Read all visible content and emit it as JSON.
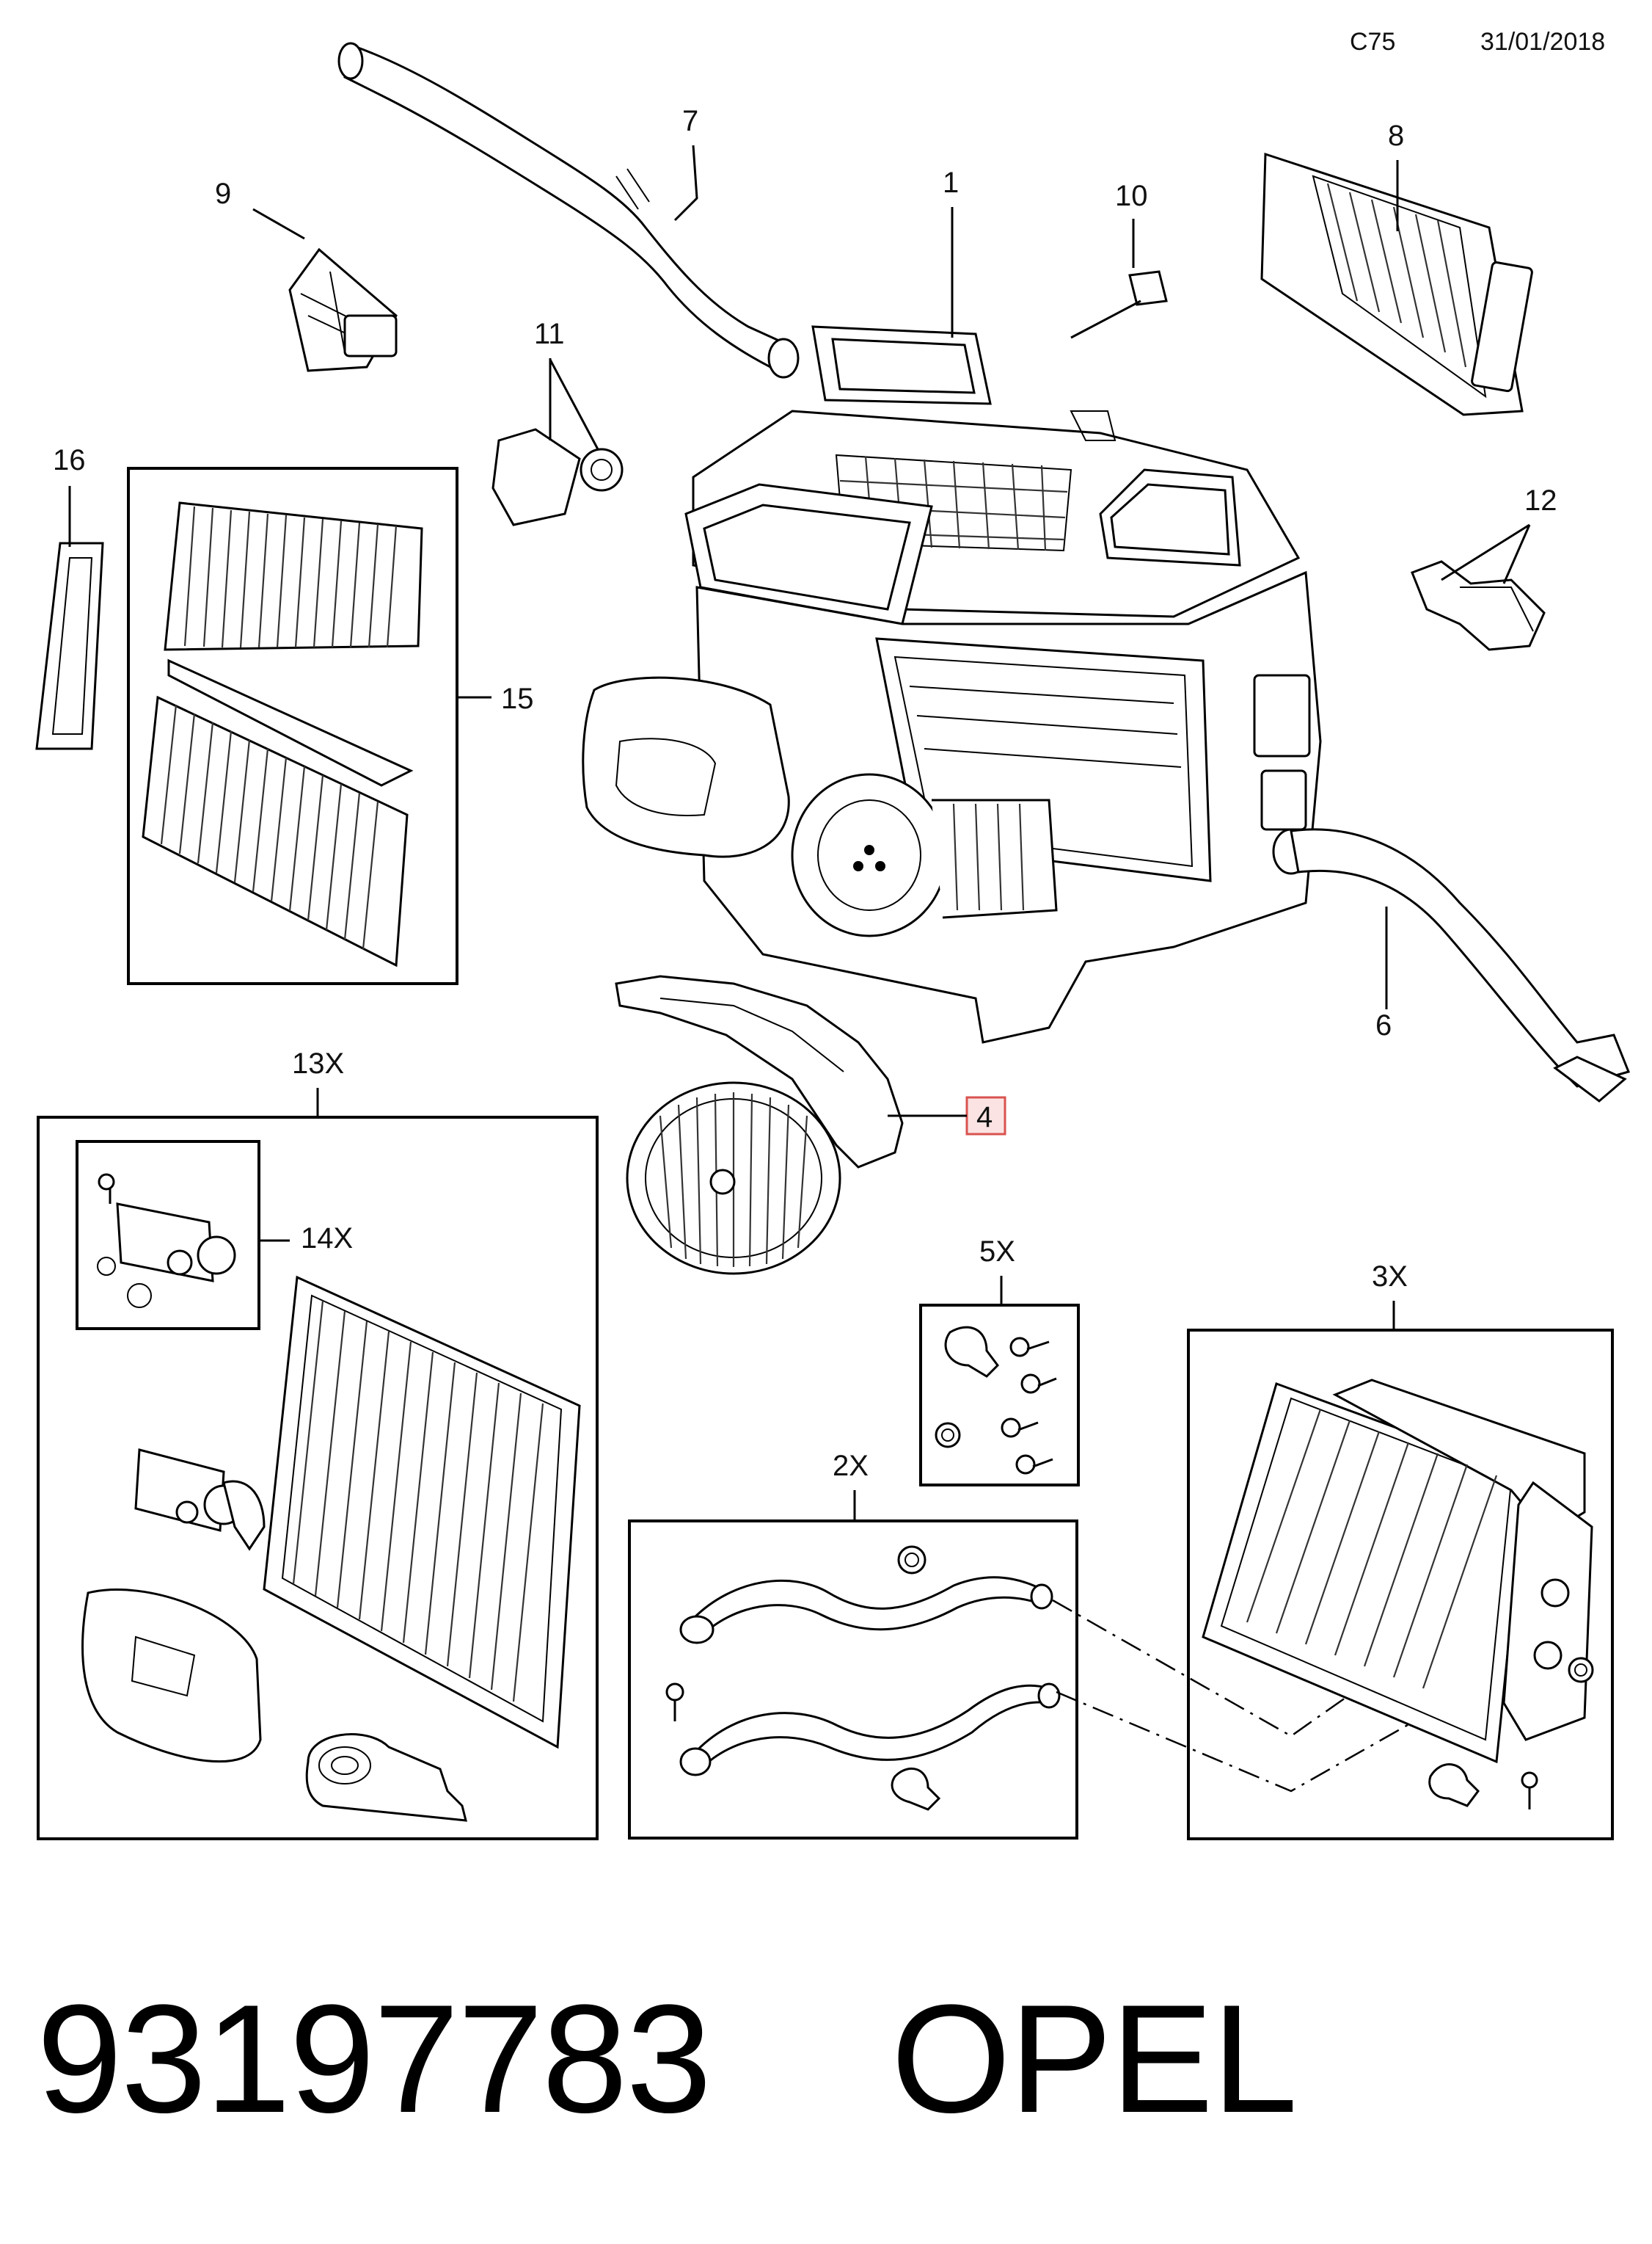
{
  "header": {
    "code": "C75",
    "date": "31/01/2018"
  },
  "callouts": [
    {
      "id": "label-1",
      "text": "1"
    },
    {
      "id": "label-2x",
      "text": "2X"
    },
    {
      "id": "label-3x",
      "text": "3X"
    },
    {
      "id": "label-4",
      "text": "4"
    },
    {
      "id": "label-5x",
      "text": "5X"
    },
    {
      "id": "label-6",
      "text": "6"
    },
    {
      "id": "label-7",
      "text": "7"
    },
    {
      "id": "label-8",
      "text": "8"
    },
    {
      "id": "label-9",
      "text": "9"
    },
    {
      "id": "label-10",
      "text": "10"
    },
    {
      "id": "label-11",
      "text": "11"
    },
    {
      "id": "label-12",
      "text": "12"
    },
    {
      "id": "label-13x",
      "text": "13X"
    },
    {
      "id": "label-14x",
      "text": "14X"
    },
    {
      "id": "label-15",
      "text": "15"
    },
    {
      "id": "label-16",
      "text": "16"
    }
  ],
  "highlight": {
    "label": "4",
    "border_color": "#d9534f",
    "fill_color": "#fbe3e3"
  },
  "footer": {
    "part_number": "93197783",
    "brand": "OPEL"
  }
}
